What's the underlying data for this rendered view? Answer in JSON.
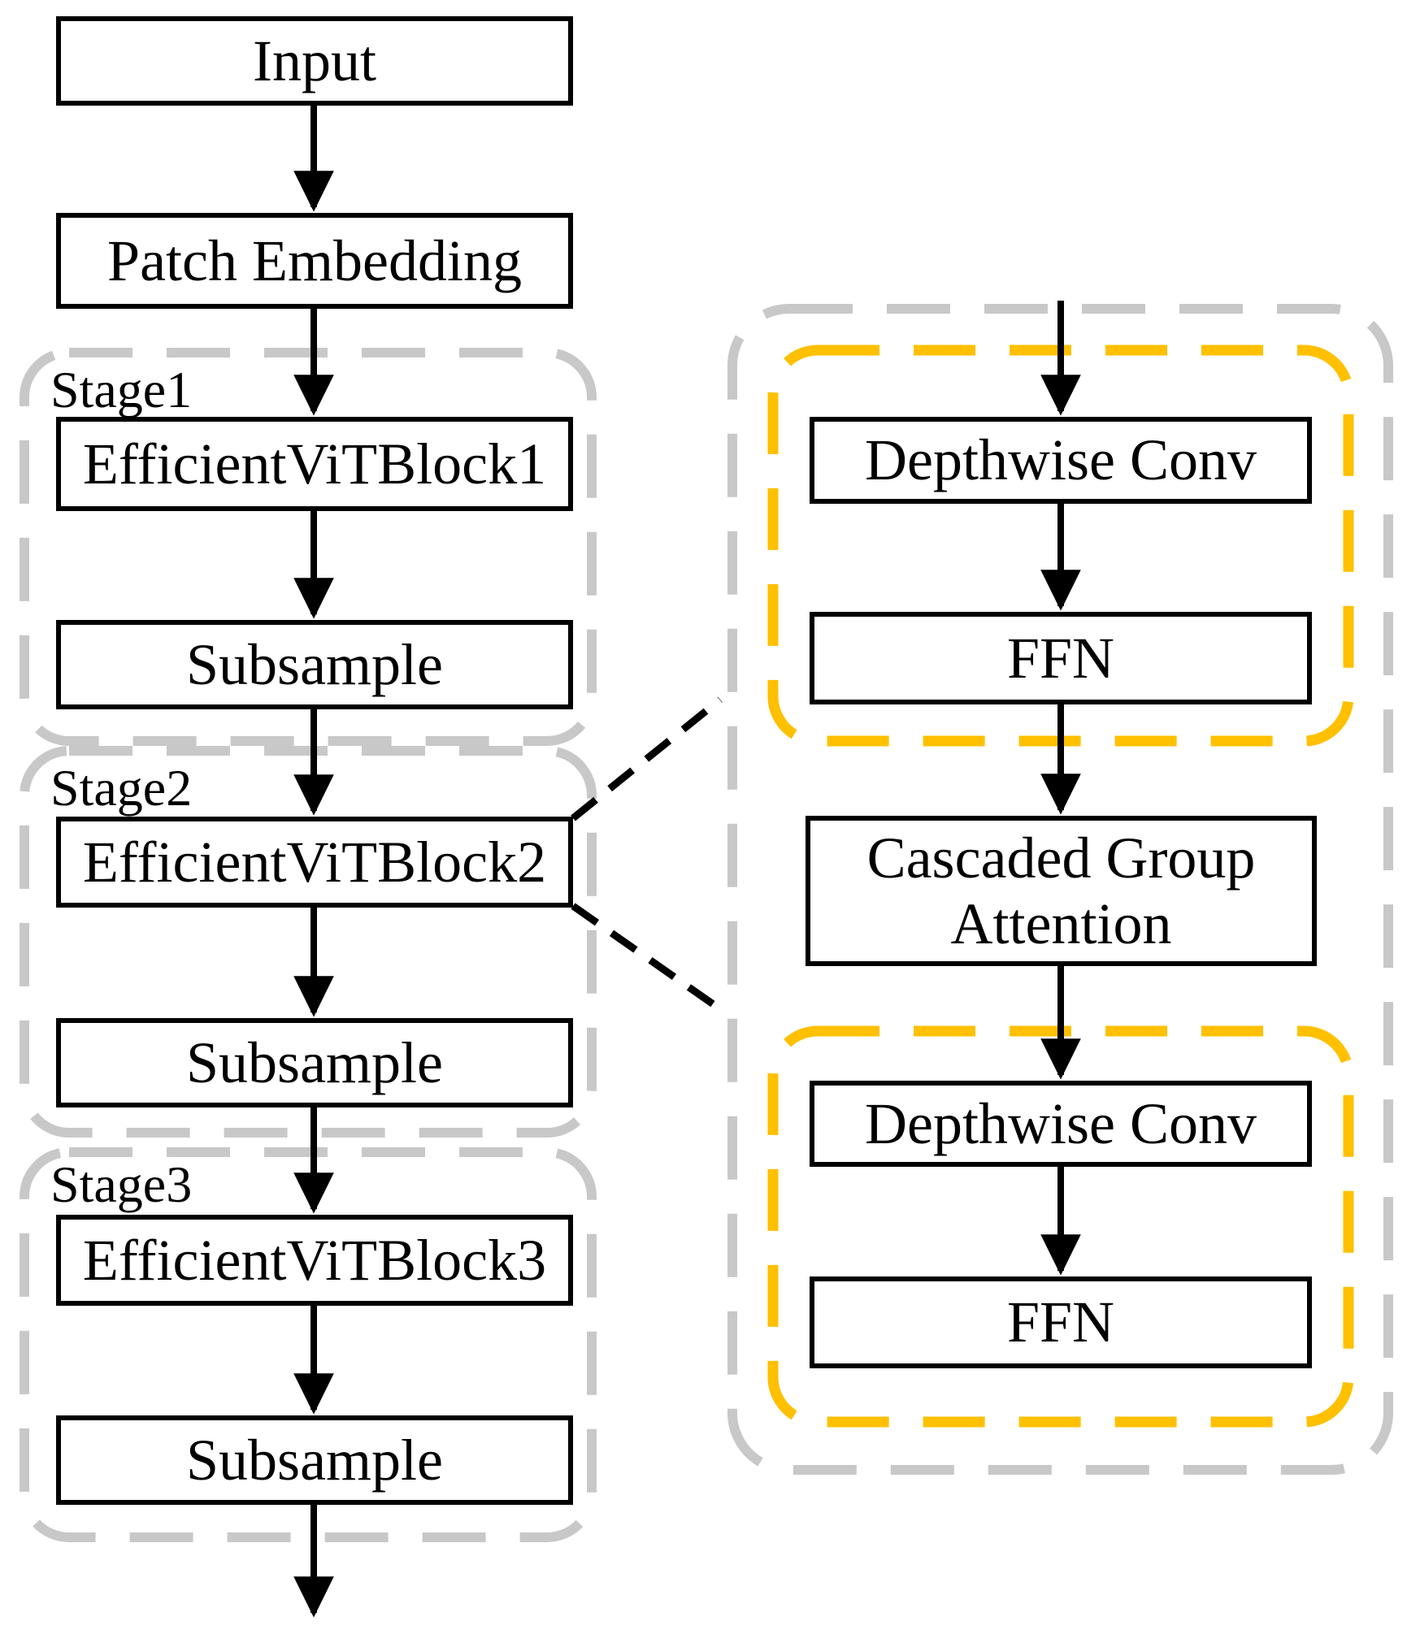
{
  "figure": {
    "left_column": {
      "input": "Input",
      "patch_embedding": "Patch Embedding",
      "stages": [
        {
          "label": "Stage1",
          "block": "EfficientViTBlock1",
          "subsample": "Subsample"
        },
        {
          "label": "Stage2",
          "block": "EfficientViTBlock2",
          "subsample": "Subsample"
        },
        {
          "label": "Stage3",
          "block": "EfficientViTBlock3",
          "subsample": "Subsample"
        }
      ]
    },
    "block_detail": {
      "depthwise_conv_top": "Depthwise Conv",
      "ffn_top": "FFN",
      "cascaded_group_attention": "Cascaded Group Attention",
      "depthwise_conv_bottom": "Depthwise Conv",
      "ffn_bottom": "FFN"
    },
    "colors": {
      "highlight_orange": "#FFC000",
      "group_gray": "#C8C8C8",
      "line_black": "#000000"
    }
  }
}
